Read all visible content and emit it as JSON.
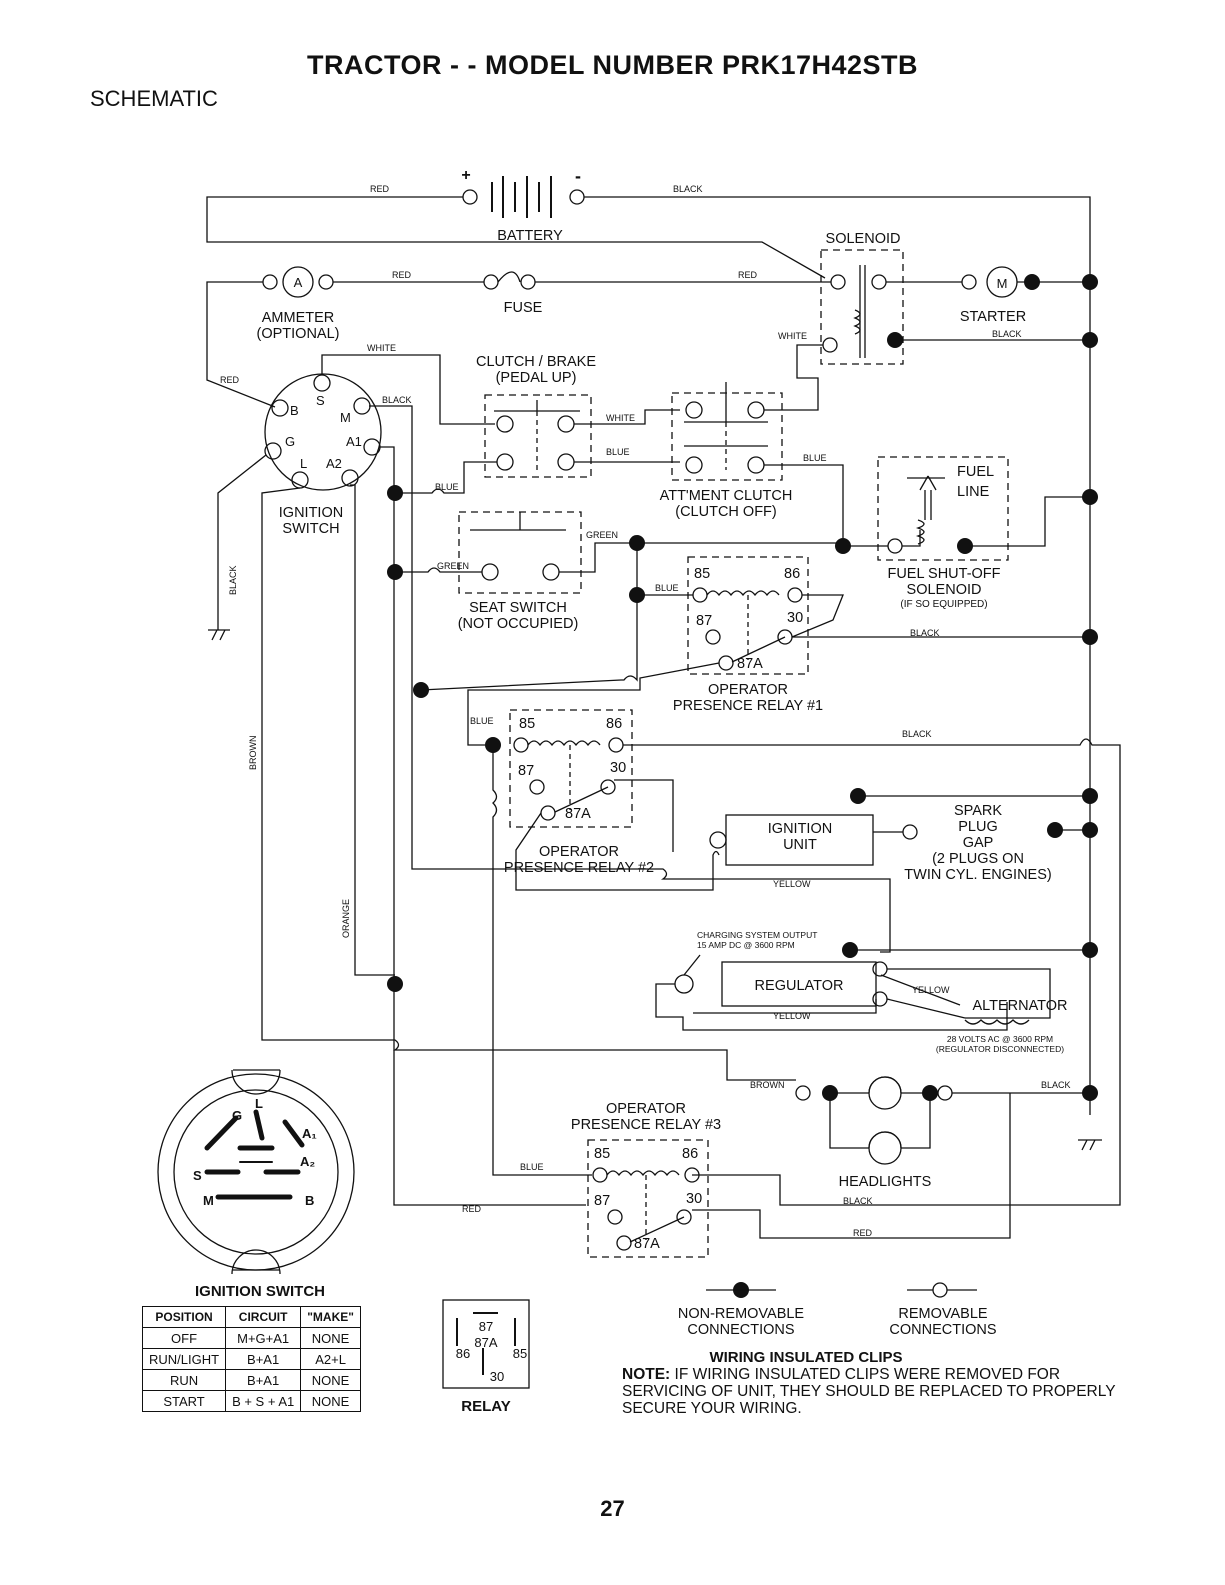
{
  "header": {
    "title": "TRACTOR - - MODEL NUMBER PRK17H42STB",
    "section": "SCHEMATIC"
  },
  "components": {
    "battery": "BATTERY",
    "solenoid": "SOLENOID",
    "ammeter": "AMMETER",
    "ammeter_optional": "(OPTIONAL)",
    "ammeter_symbol": "A",
    "fuse": "FUSE",
    "starter": "STARTER",
    "starter_symbol": "M",
    "clutch_brake": "CLUTCH / BRAKE",
    "clutch_brake_sub": "(PEDAL UP)",
    "attachment_clutch": "ATT'MENT CLUTCH",
    "attachment_clutch_sub": "(CLUTCH OFF)",
    "fuel_line_1": "FUEL",
    "fuel_line_2": "LINE",
    "fuel_shutoff_1": "FUEL SHUT-OFF",
    "fuel_shutoff_2": "SOLENOID",
    "fuel_shutoff_3": "(IF SO EQUIPPED)",
    "ignition_switch_1": "IGNITION",
    "ignition_switch_2": "SWITCH",
    "seat_switch": "SEAT SWITCH",
    "seat_switch_sub": "(NOT OCCUPIED)",
    "opr1_1": "OPERATOR",
    "opr1_2": "PRESENCE RELAY #1",
    "opr2_1": "OPERATOR",
    "opr2_2": "PRESENCE RELAY #2",
    "opr3_1": "OPERATOR",
    "opr3_2": "PRESENCE RELAY #3",
    "ignition_unit_1": "IGNITION",
    "ignition_unit_2": "UNIT",
    "spark_1": "SPARK",
    "spark_2": "PLUG",
    "spark_3": "GAP",
    "spark_4": "(2 PLUGS ON",
    "spark_5": "TWIN CYL. ENGINES)",
    "charging_1": "CHARGING SYSTEM OUTPUT",
    "charging_2": "15 AMP DC @ 3600 RPM",
    "regulator": "REGULATOR",
    "alternator": "ALTERNATOR",
    "alt_note_1": "28 VOLTS AC @ 3600 RPM",
    "alt_note_2": "(REGULATOR DISCONNECTED)",
    "headlights": "HEADLIGHTS",
    "relay_pins": {
      "p85": "85",
      "p86": "86",
      "p87": "87",
      "p30": "30",
      "p87a": "87A"
    },
    "switch_terminals": {
      "b": "B",
      "s": "S",
      "m": "M",
      "g": "G",
      "a1": "A1",
      "l": "L",
      "a2": "A2"
    }
  },
  "wire_labels": {
    "red": "RED",
    "black": "BLACK",
    "white": "WHITE",
    "blue": "BLUE",
    "green": "GREEN",
    "brown": "BROWN",
    "orange": "ORANGE",
    "yellow": "YELLOW"
  },
  "battery_terminals": {
    "plus": "+",
    "minus": "-"
  },
  "connector_view": {
    "g": "G",
    "l": "L",
    "a1": "A₁",
    "s": "S",
    "a2": "A₂",
    "m": "M",
    "b": "B"
  },
  "ignition_table": {
    "title": "IGNITION SWITCH",
    "headers": [
      "POSITION",
      "CIRCUIT",
      "\"MAKE\""
    ],
    "rows": [
      [
        "OFF",
        "M+G+A1",
        "NONE"
      ],
      [
        "RUN/LIGHT",
        "B+A1",
        "A2+L"
      ],
      [
        "RUN",
        "B+A1",
        "NONE"
      ],
      [
        "START",
        "B + S + A1",
        "NONE"
      ]
    ]
  },
  "relay_legend": {
    "title": "RELAY",
    "p87": "87",
    "p87a": "87A",
    "p86": "86",
    "p85": "85",
    "p30": "30"
  },
  "legend": {
    "non_removable_1": "NON-REMOVABLE",
    "non_removable_2": "CONNECTIONS",
    "removable_1": "REMOVABLE",
    "removable_2": "CONNECTIONS"
  },
  "note": {
    "heading": "WIRING INSULATED CLIPS",
    "label": "NOTE:",
    "text": "IF WIRING INSULATED CLIPS WERE REMOVED FOR SERVICING OF UNIT, THEY SHOULD BE REPLACED TO PROPERLY SECURE YOUR WIRING."
  },
  "page_number": "27"
}
